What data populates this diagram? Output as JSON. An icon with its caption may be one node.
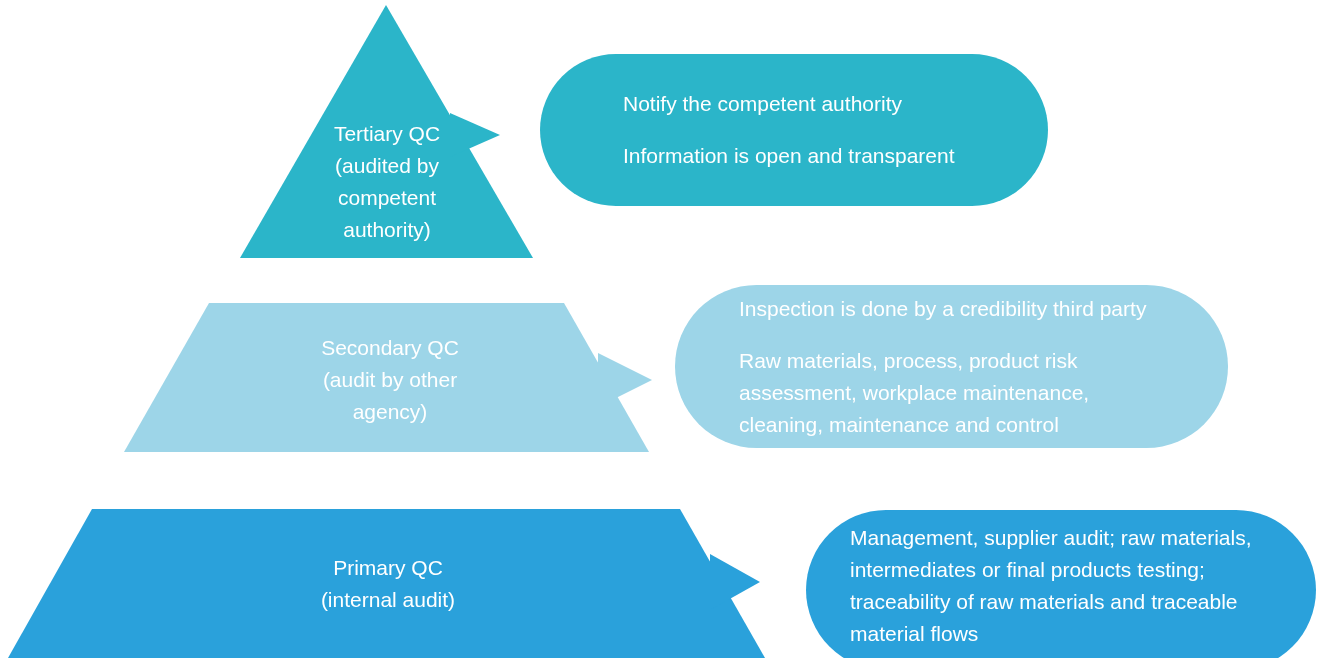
{
  "diagram": {
    "nodes": [
      {
        "text": [
          "Tertiary QC (audited by competent authority)"
        ]
      },
      {
        "text": [
          "Notify the competent authority",
          "Information is open and transparent"
        ]
      },
      {
        "text": [
          "Secondary QC (audit by other agency)"
        ]
      },
      {
        "text": [
          "Inspection is done by a credibility third party",
          "Raw materials, process, product risk assessment, workplace maintenance, cleaning, maintenance and control"
        ]
      },
      {
        "text": [
          "Primary QC (internal audit)"
        ]
      },
      {
        "text": [
          "Management, supplier audit; raw materials, intermediates or final products testing; traceability of raw materials and traceable material flows"
        ]
      }
    ],
    "edges": [
      {
        "from": 0,
        "to": 1,
        "arrow": "to",
        "color": "#2bb5c9"
      },
      {
        "from": 2,
        "to": 3,
        "arrow": "to",
        "color": "#9dd5e8"
      },
      {
        "from": 4,
        "to": 5,
        "arrow": "to",
        "color": "#2aa1db"
      }
    ]
  }
}
